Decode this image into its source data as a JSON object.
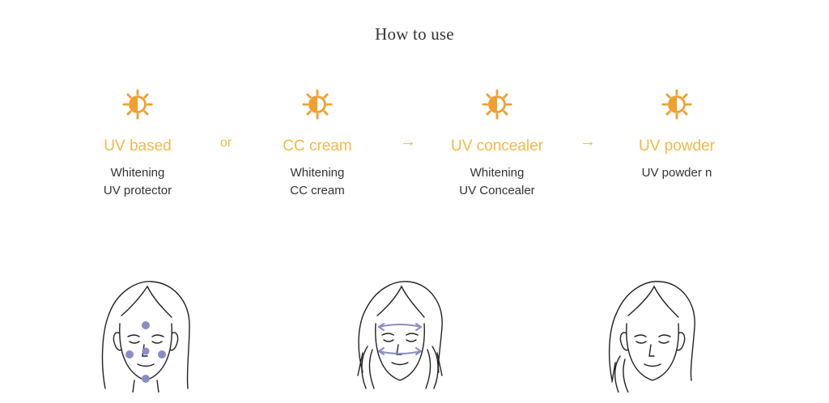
{
  "page": {
    "title": "How to use"
  },
  "colors": {
    "accent": "#f4b844",
    "sun_icon": "#f0a030",
    "dots": "#8a8cc6",
    "text": "#333333"
  },
  "steps": [
    {
      "name": "UV based",
      "lines": [
        "Whitening",
        "UV protector"
      ],
      "icon": "sun-icon"
    },
    {
      "name": "CC cream",
      "lines": [
        "Whitening",
        "CC cream"
      ],
      "icon": "sun-icon"
    },
    {
      "name": "UV concealer",
      "lines": [
        "Whitening",
        "UV Concealer"
      ],
      "icon": "sun-icon"
    },
    {
      "name": "UV powder",
      "lines": [
        "UV powder n"
      ],
      "icon": "sun-icon"
    }
  ],
  "separators": [
    {
      "text": "or"
    },
    {
      "text": "→"
    },
    {
      "text": "→"
    }
  ],
  "illustrations": [
    {
      "icon": "face-dots-icon"
    },
    {
      "icon": "face-spread-icon"
    },
    {
      "icon": "face-pat-icon"
    }
  ]
}
